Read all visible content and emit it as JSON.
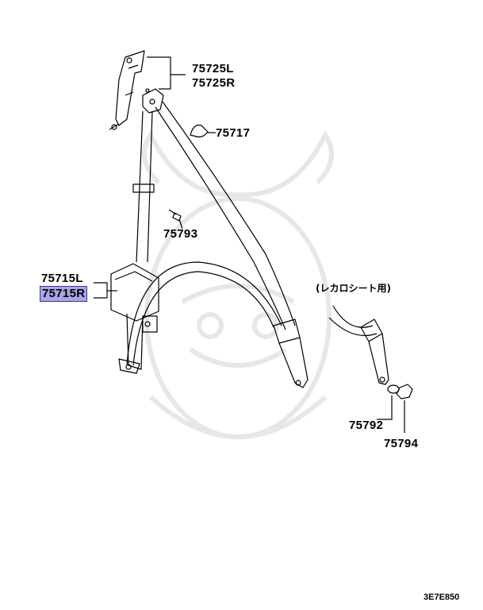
{
  "diagram": {
    "parts": {
      "anchor_pair": [
        "75725L",
        "75725R"
      ],
      "cover": "75717",
      "bolt": "75793",
      "retractor_pair": [
        "75715L",
        "75715R"
      ],
      "washer": "75792",
      "nut": "75794"
    },
    "highlighted_part": "75715R",
    "recaro_note": "(レカロシート用)",
    "figure_code": "3E7E850",
    "colors": {
      "highlight_fill": "#a9a6e6",
      "highlight_border": "#3a36a8",
      "line": "#000000"
    }
  }
}
